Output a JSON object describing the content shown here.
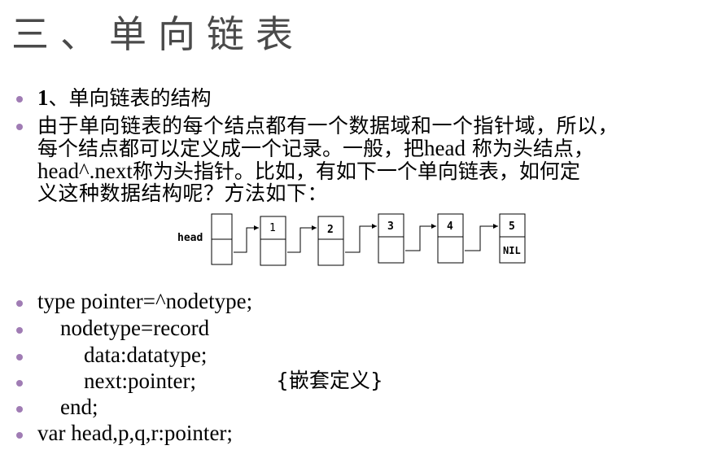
{
  "title": "三、单向链表",
  "section": {
    "heading_num": "1",
    "heading_text": "、单向链表的结构"
  },
  "paragraph": {
    "line1": "由于单向链表的每个结点都有一个数据域和一个指针域，所以，",
    "line2_a": "每个结点都可以定义成一个记录。一般，把",
    "line2_b": "head",
    "line2_c": " 称为头结点，",
    "line3_a": "head^.next",
    "line3_b": "称为头指针。比如，有如下一个单向链表，如何定",
    "line4": "义这种数据结构呢？方法如下："
  },
  "diagram": {
    "head_label": "head",
    "nodes": [
      "1",
      "2",
      "3",
      "4",
      "5"
    ],
    "nil_label": "NIL"
  },
  "code": {
    "l1": "type pointer=^nodetype;",
    "l2": "nodetype=record",
    "l3": "data:datatype;",
    "l4": "next:pointer;",
    "l4_comment": "{嵌套定义}",
    "l5": "end;",
    "l6": "var head,p,q,r:pointer;"
  },
  "colors": {
    "bullet": "#a07cb4",
    "title": "#4a4a4a"
  }
}
